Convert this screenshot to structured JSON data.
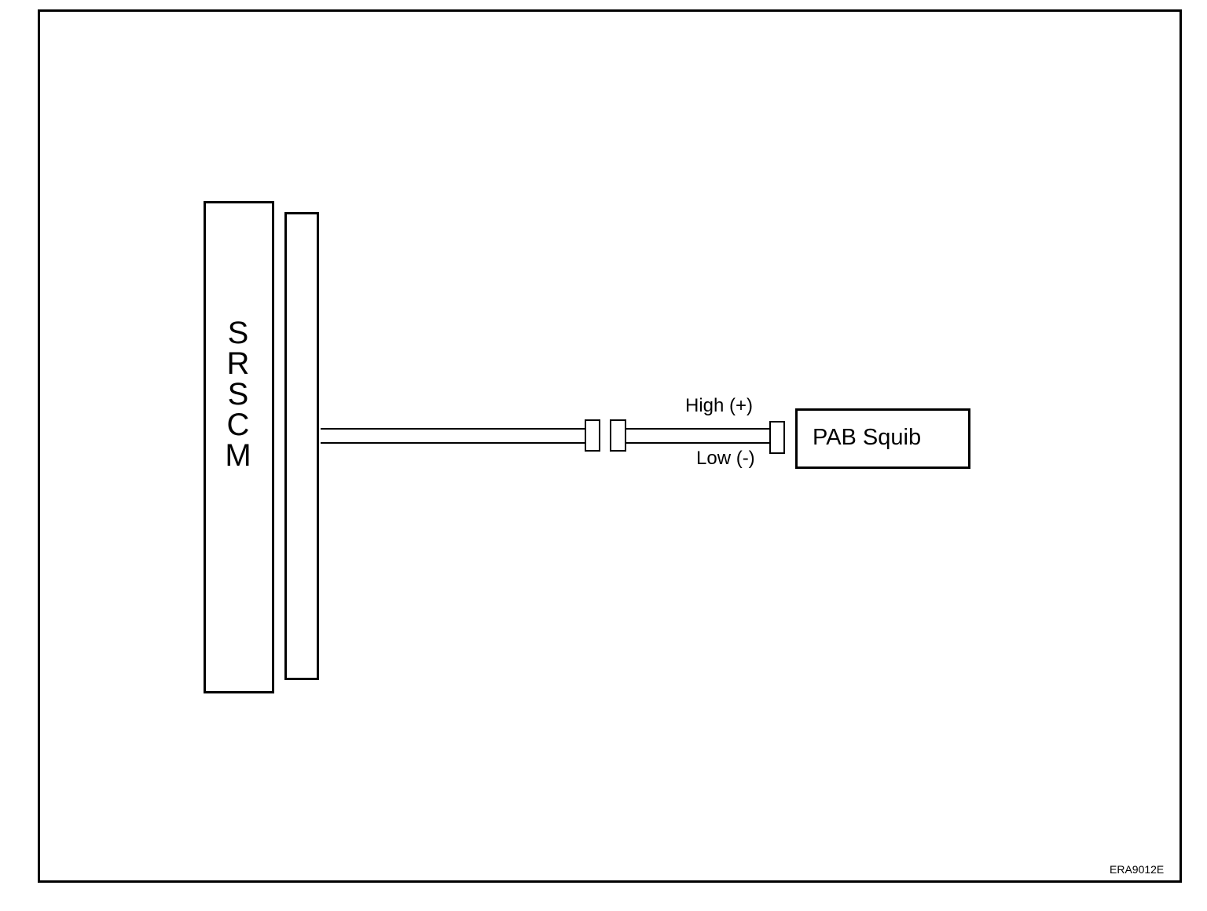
{
  "module": {
    "letters": [
      "S",
      "R",
      "S",
      "C",
      "M"
    ]
  },
  "squib": {
    "label": "PAB Squib"
  },
  "wires": {
    "high_label": "High (+)",
    "low_label": "Low (-)"
  },
  "figure_code": "ERA9012E"
}
